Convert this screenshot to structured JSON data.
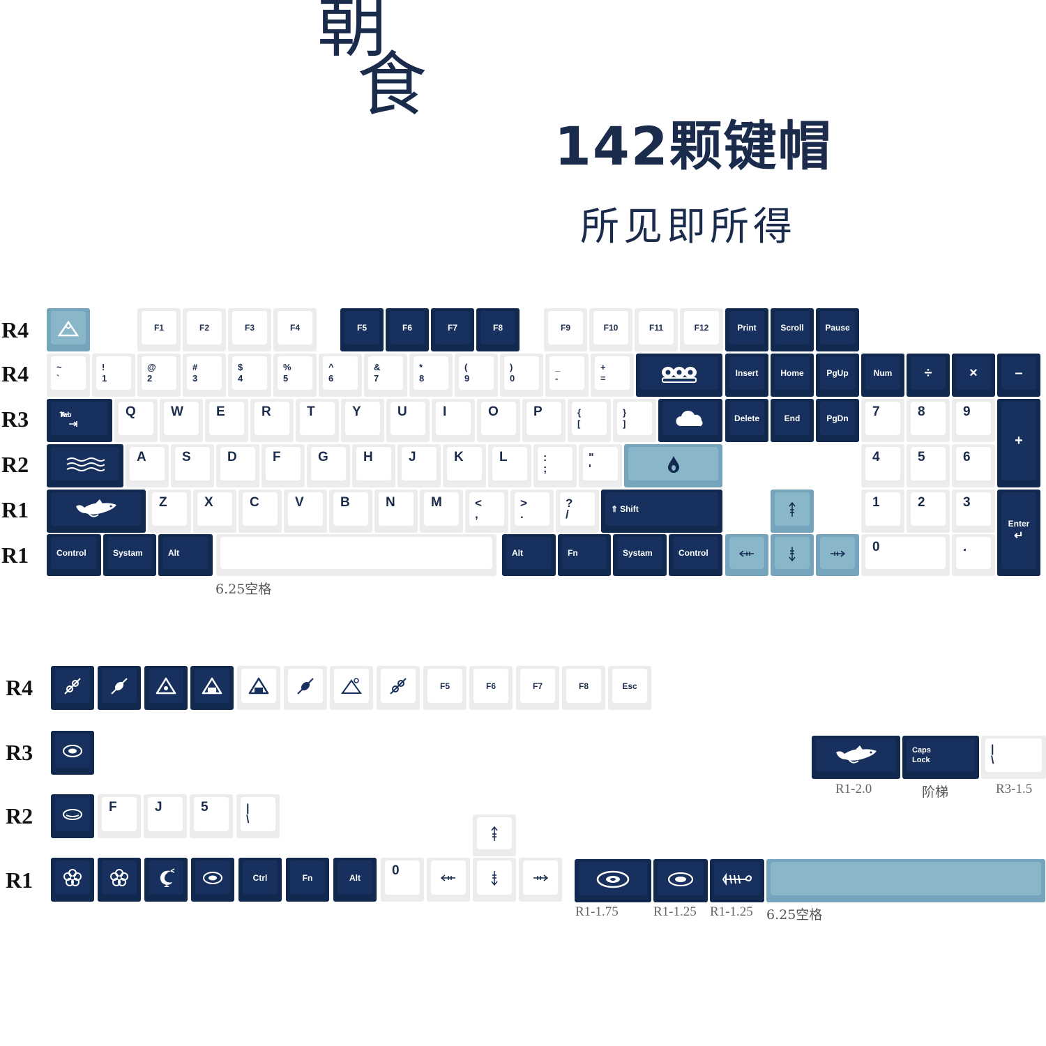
{
  "header": {
    "logo_char_1": "朝",
    "logo_char_2": "食",
    "keycap_count": "142颗键帽",
    "slogan": "所见即所得"
  },
  "rows_main": [
    "R4",
    "R4",
    "R3",
    "R2",
    "R1",
    "R1"
  ],
  "rows_extra": [
    "R4",
    "R3",
    "R2",
    "R1"
  ],
  "main_keyboard": {
    "function_row": [
      "F1",
      "F2",
      "F3",
      "F4",
      "F5",
      "F6",
      "F7",
      "F8",
      "F9",
      "F10",
      "F11",
      "F12",
      "Print",
      "Scroll",
      "Pause"
    ],
    "number_row": [
      [
        "~",
        "`"
      ],
      [
        "!",
        "1"
      ],
      [
        "@",
        "2"
      ],
      [
        "#",
        "3"
      ],
      [
        "$",
        "4"
      ],
      [
        "%",
        "5"
      ],
      [
        "^",
        "6"
      ],
      [
        "&",
        "7"
      ],
      [
        "*",
        "8"
      ],
      [
        "(",
        "9"
      ],
      [
        ")",
        "0"
      ],
      [
        "_",
        "-"
      ],
      [
        "+",
        "="
      ]
    ],
    "nav_top": [
      "Insert",
      "Home",
      "PgUp"
    ],
    "nav_bottom": [
      "Delete",
      "End",
      "PgDn"
    ],
    "numpad_top": [
      "Num",
      "÷",
      "×",
      "–"
    ],
    "qwerty": [
      "Q",
      "W",
      "E",
      "R",
      "T",
      "Y",
      "U",
      "I",
      "O",
      "P"
    ],
    "brackets": [
      [
        "{",
        "["
      ],
      [
        "}",
        "]"
      ]
    ],
    "tab_label": "Tab",
    "home_row": [
      "A",
      "S",
      "D",
      "F",
      "G",
      "H",
      "J",
      "K",
      "L"
    ],
    "home_punct": [
      [
        ":",
        ";"
      ],
      [
        "\"",
        "'"
      ]
    ],
    "bottom_letters": [
      "Z",
      "X",
      "C",
      "V",
      "B",
      "N",
      "M"
    ],
    "bottom_punct": [
      [
        "<",
        ","
      ],
      [
        ">",
        "."
      ],
      [
        "?",
        "/"
      ]
    ],
    "shift_label": "Shift",
    "numpad_789": [
      "7",
      "8",
      "9"
    ],
    "numpad_456": [
      "4",
      "5",
      "6"
    ],
    "numpad_123": [
      "1",
      "2",
      "3"
    ],
    "numpad_plus": "+",
    "numpad_enter": "Enter",
    "numpad_zero": "0",
    "numpad_dot": ".",
    "mods_left": [
      "Control",
      "Systam",
      "Alt"
    ],
    "mods_right": [
      "Alt",
      "Fn",
      "Systam",
      "Control"
    ],
    "spacebar_caption": "6.25空格"
  },
  "extras": {
    "r4_legends": [
      "F5",
      "F6",
      "F7",
      "F8",
      "Esc"
    ],
    "r2_legends": [
      "F",
      "J",
      "5"
    ],
    "pipe_key": [
      "|",
      "\\"
    ],
    "r1_mods": [
      "Ctrl",
      "Fn",
      "Alt"
    ],
    "r1_zero": "0",
    "caps_lock": [
      "Caps",
      "Lock"
    ],
    "captions": {
      "r1_20": "R1-2.0",
      "stepped": "阶梯",
      "r3_15": "R3-1.5",
      "r1_175": "R1-1.75",
      "r1_125_a": "R1-1.25",
      "r1_125_b": "R1-1.25",
      "space": "6.25空格"
    }
  },
  "colors": {
    "navy": "#17305d",
    "white": "#ffffff",
    "light_blue": "#8ab6ca"
  },
  "icons": [
    "mountain-icon",
    "eggs-icon",
    "cloud-icon",
    "drop-icon",
    "waves-icon",
    "koi-fish-icon",
    "arrow-up-icon",
    "arrow-left-icon",
    "arrow-down-icon",
    "arrow-right-icon",
    "skewer-icon",
    "onigiri-icon",
    "plate-icon",
    "flower-icon",
    "shrimp-icon",
    "fishbone-icon"
  ]
}
